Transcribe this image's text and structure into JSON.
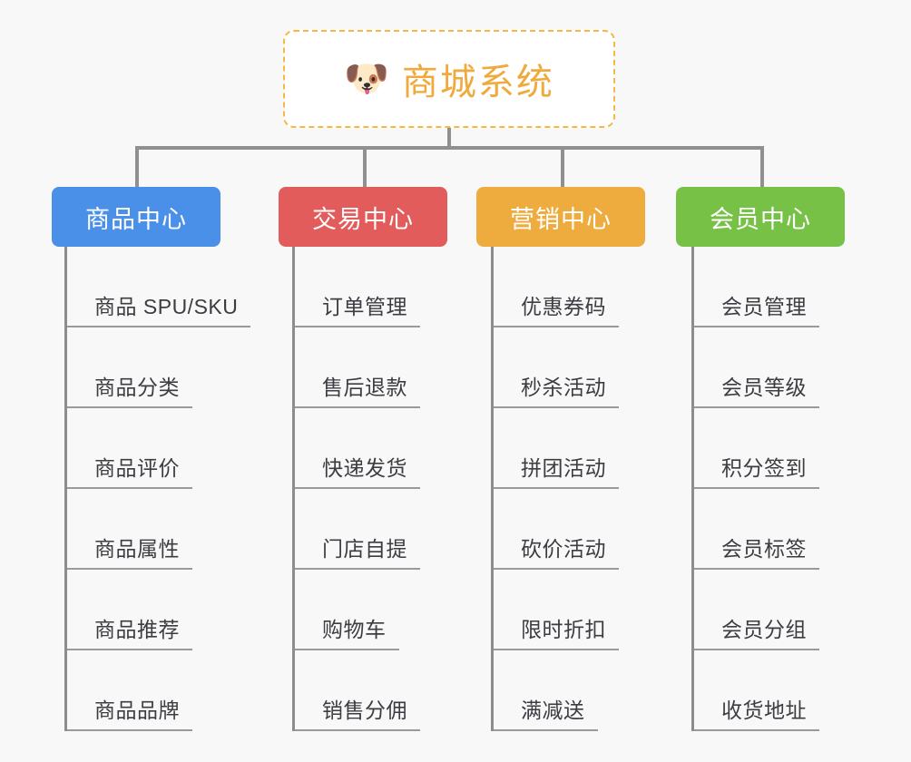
{
  "page": {
    "background_color": "#f8f8f8",
    "type": "mind-map"
  },
  "root": {
    "icon": "dog-face-emoji",
    "icon_glyph": "🐶",
    "title": "商城系统",
    "title_color": "#f0a93b",
    "border_color": "#f4b942",
    "background_color": "#ffffff"
  },
  "connector_color": "#909090",
  "branches": [
    {
      "label": "商品中心",
      "color": "#4a90e8",
      "leaves": [
        "商品 SPU/SKU",
        "商品分类",
        "商品评价",
        "商品属性",
        "商品推荐",
        "商品品牌"
      ]
    },
    {
      "label": "交易中心",
      "color": "#e25c5c",
      "leaves": [
        "订单管理",
        "售后退款",
        "快递发货",
        "门店自提",
        "购物车",
        "销售分佣"
      ]
    },
    {
      "label": "营销中心",
      "color": "#eeac3f",
      "leaves": [
        "优惠券码",
        "秒杀活动",
        "拼团活动",
        "砍价活动",
        "限时折扣",
        "满减送"
      ]
    },
    {
      "label": "会员中心",
      "color": "#77c246",
      "leaves": [
        "会员管理",
        "会员等级",
        "积分签到",
        "会员标签",
        "会员分组",
        "收货地址"
      ]
    }
  ]
}
